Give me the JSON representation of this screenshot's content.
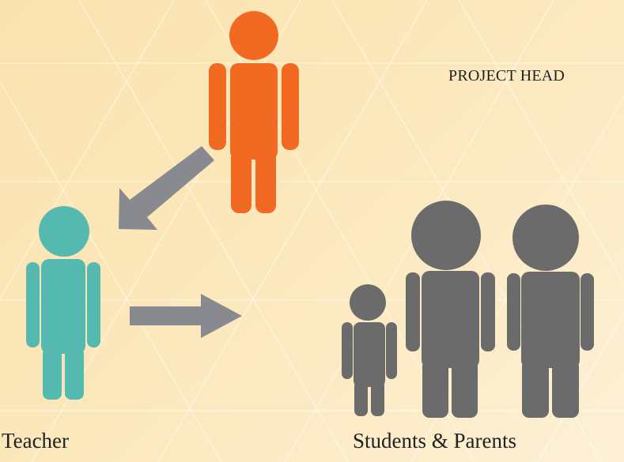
{
  "nodes": {
    "project_head": {
      "label": "PROJECT HEAD",
      "color": "#f26a21",
      "icon": "person-icon"
    },
    "teacher": {
      "label": "Teacher",
      "color": "#55b9b0",
      "icon": "person-icon"
    },
    "students_parents": {
      "label": "Students & Parents",
      "color": "#6b6b6b",
      "icon": "group-icon"
    }
  },
  "edges": [
    {
      "from": "project_head",
      "to": "teacher",
      "color": "#888a8f"
    },
    {
      "from": "teacher",
      "to": "students_parents",
      "color": "#888a8f"
    }
  ]
}
